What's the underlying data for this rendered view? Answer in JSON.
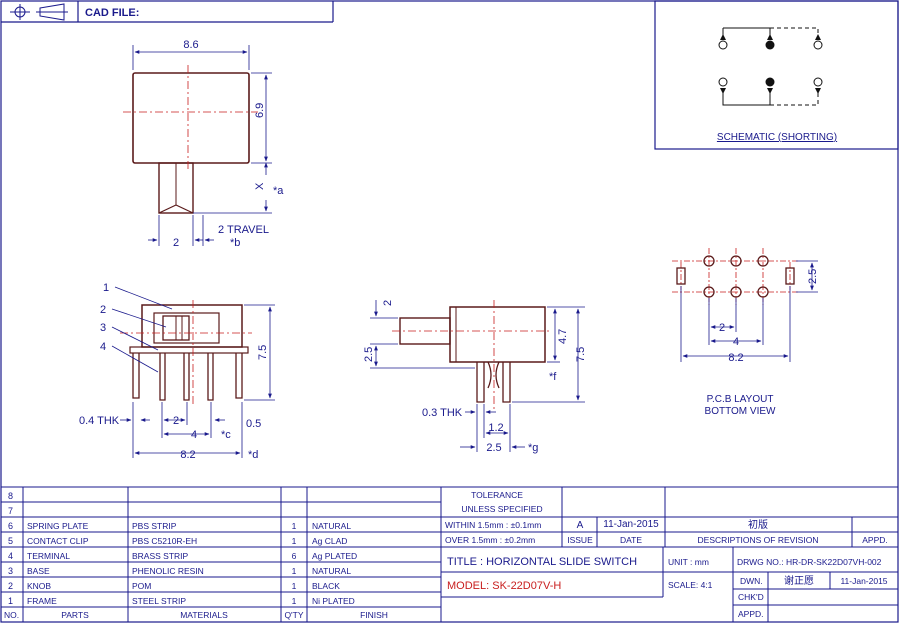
{
  "header": {
    "cad_file_label": "CAD FILE:"
  },
  "schematic": {
    "caption": "SCHEMATIC (SHORTING)"
  },
  "top_view": {
    "width": "8.6",
    "height": "6.9",
    "lever_width": "2",
    "travel": "2 TRAVEL",
    "mark_a": "*a",
    "mark_b": "*b",
    "x_label": "X"
  },
  "front_view": {
    "callouts": [
      "1",
      "2",
      "3",
      "4"
    ],
    "height": "7.5",
    "thk": "0.4 THK",
    "pitch": "2",
    "span": "4",
    "mark_c": "*c",
    "offset": "0.5",
    "overall": "8.2",
    "mark_d": "*d"
  },
  "side_view": {
    "lever": "2",
    "lever_offset": "2.5",
    "body_h": "4.7",
    "total_h": "7.5",
    "mark_f": "*f",
    "thk": "0.3 THK",
    "pin_gap": "1.2",
    "pin_span": "2.5",
    "mark_g": "*g"
  },
  "pcb": {
    "row_pitch": "2.5",
    "pitch": "2",
    "span": "4",
    "overall": "8.2",
    "title": "P.C.B LAYOUT",
    "subtitle": "BOTTOM VIEW"
  },
  "bom": {
    "rows": [
      {
        "no": "8",
        "part": "",
        "material": "",
        "qty": "",
        "finish": ""
      },
      {
        "no": "7",
        "part": "",
        "material": "",
        "qty": "",
        "finish": ""
      },
      {
        "no": "6",
        "part": "SPRING PLATE",
        "material": "PBS STRIP",
        "qty": "1",
        "finish": "NATURAL"
      },
      {
        "no": "5",
        "part": "CONTACT CLIP",
        "material": "PBS C5210R-EH",
        "qty": "1",
        "finish": "Ag CLAD"
      },
      {
        "no": "4",
        "part": "TERMINAL",
        "material": "BRASS STRIP",
        "qty": "6",
        "finish": "Ag PLATED"
      },
      {
        "no": "3",
        "part": "BASE",
        "material": "PHENOLIC RESIN",
        "qty": "1",
        "finish": "NATURAL"
      },
      {
        "no": "2",
        "part": "KNOB",
        "material": "POM",
        "qty": "1",
        "finish": "BLACK"
      },
      {
        "no": "1",
        "part": "FRAME",
        "material": "STEEL STRIP",
        "qty": "1",
        "finish": "Ni PLATED"
      }
    ],
    "headers": {
      "no": "NO.",
      "part": "PARTS",
      "material": "MATERIALS",
      "qty": "Q'TY",
      "finish": "FINISH"
    }
  },
  "tolerance": {
    "title": "TOLERANCE",
    "sub": "UNLESS   SPECIFIED",
    "within": "WITHIN 1.5mm : ±0.1mm",
    "over": "OVER 1.5mm : ±0.2mm"
  },
  "revision": {
    "issue": "A",
    "date": "11-Jan-2015",
    "desc": "初版",
    "issue_h": "ISSUE",
    "date_h": "DATE",
    "desc_h": "DESCRIPTIONS OF REVISION",
    "appd_h": "APPD."
  },
  "title_block": {
    "title": "TITLE :  HORIZONTAL SLIDE SWITCH",
    "unit": "UNIT :   mm",
    "drwg": "DRWG NO.:   HR-DR-SK22D07VH-002",
    "model": "MODEL:   SK-22D07V-H",
    "scale": "SCALE:   4:1",
    "dwn_label": "DWN.",
    "dwn_name": "谢正愿",
    "dwn_date": "11-Jan-2015",
    "chkd_label": "CHK'D",
    "appd_label": "APPD."
  },
  "colors": {
    "line": "#1a1a8c",
    "center": "#c81e1e",
    "body": "#5a1a1a"
  }
}
